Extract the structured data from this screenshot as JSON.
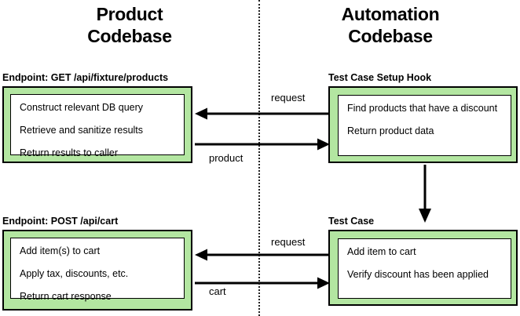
{
  "columns": {
    "left_title": "Product\nCodebase",
    "right_title": "Automation\nCodebase"
  },
  "boxes": [
    {
      "id": "product-get-products",
      "label": "Endpoint: GET /api/fixture/products",
      "lines": [
        "Construct relevant DB query",
        "Retrieve and sanitize results",
        "Return results to caller"
      ]
    },
    {
      "id": "test-case-setup-hook",
      "label": "Test Case Setup Hook",
      "lines": [
        "Find products that have a discount",
        "Return product data"
      ]
    },
    {
      "id": "product-post-cart",
      "label": "Endpoint: POST /api/cart",
      "lines": [
        "Add item(s) to cart",
        "Apply tax, discounts, etc.",
        "Return cart response"
      ]
    },
    {
      "id": "test-case",
      "label": "Test Case",
      "lines": [
        "Add item to cart",
        "Verify discount has been applied"
      ]
    }
  ],
  "arrows": [
    {
      "id": "top-request",
      "label": "request",
      "direction": "left"
    },
    {
      "id": "top-product",
      "label": "product",
      "direction": "right"
    },
    {
      "id": "bottom-request",
      "label": "request",
      "direction": "left"
    },
    {
      "id": "bottom-cart",
      "label": "cart",
      "direction": "right"
    },
    {
      "id": "setup-to-testcase",
      "label": "",
      "direction": "down"
    }
  ],
  "colors": {
    "box_fill": "#b3e6a1",
    "box_stroke": "#000000",
    "inner_fill": "#ffffff",
    "background": "#ffffff",
    "divider": "#222222"
  }
}
